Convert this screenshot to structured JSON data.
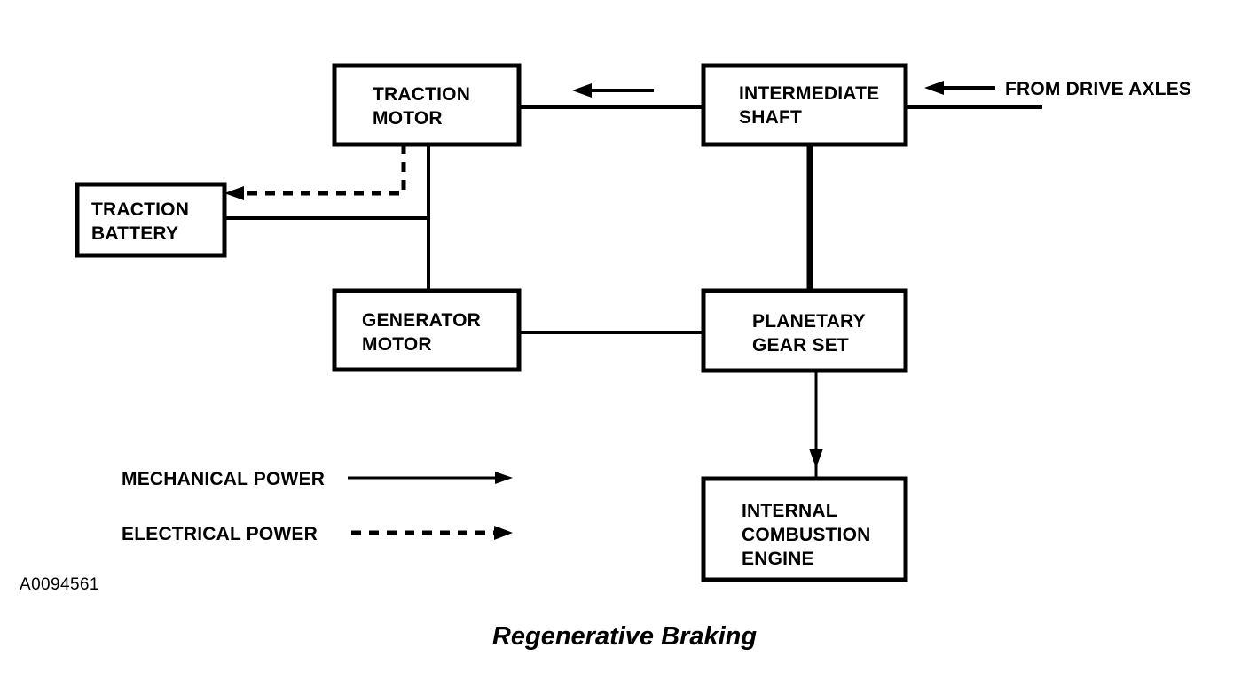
{
  "figure": {
    "id_code": "A0094561",
    "caption": "Regenerative Braking"
  },
  "nodes": {
    "traction_motor": {
      "line1": "TRACTION",
      "line2": "MOTOR"
    },
    "intermediate_shaft": {
      "line1": "INTERMEDIATE",
      "line2": "SHAFT"
    },
    "traction_battery": {
      "line1": "TRACTION",
      "line2": "BATTERY"
    },
    "generator_motor": {
      "line1": "GENERATOR",
      "line2": "MOTOR"
    },
    "planetary_gear_set": {
      "line1": "PLANETARY",
      "line2": "GEAR SET"
    },
    "internal_combustion_engine": {
      "line1": "INTERNAL",
      "line2": "COMBUSTION",
      "line3": "ENGINE"
    }
  },
  "edges": {
    "from_drive_axles_label": "FROM DRIVE AXLES"
  },
  "legend": {
    "mechanical_power": "MECHANICAL POWER",
    "electrical_power": "ELECTRICAL POWER"
  },
  "colors": {
    "stroke": "#000000",
    "background": "#ffffff"
  }
}
